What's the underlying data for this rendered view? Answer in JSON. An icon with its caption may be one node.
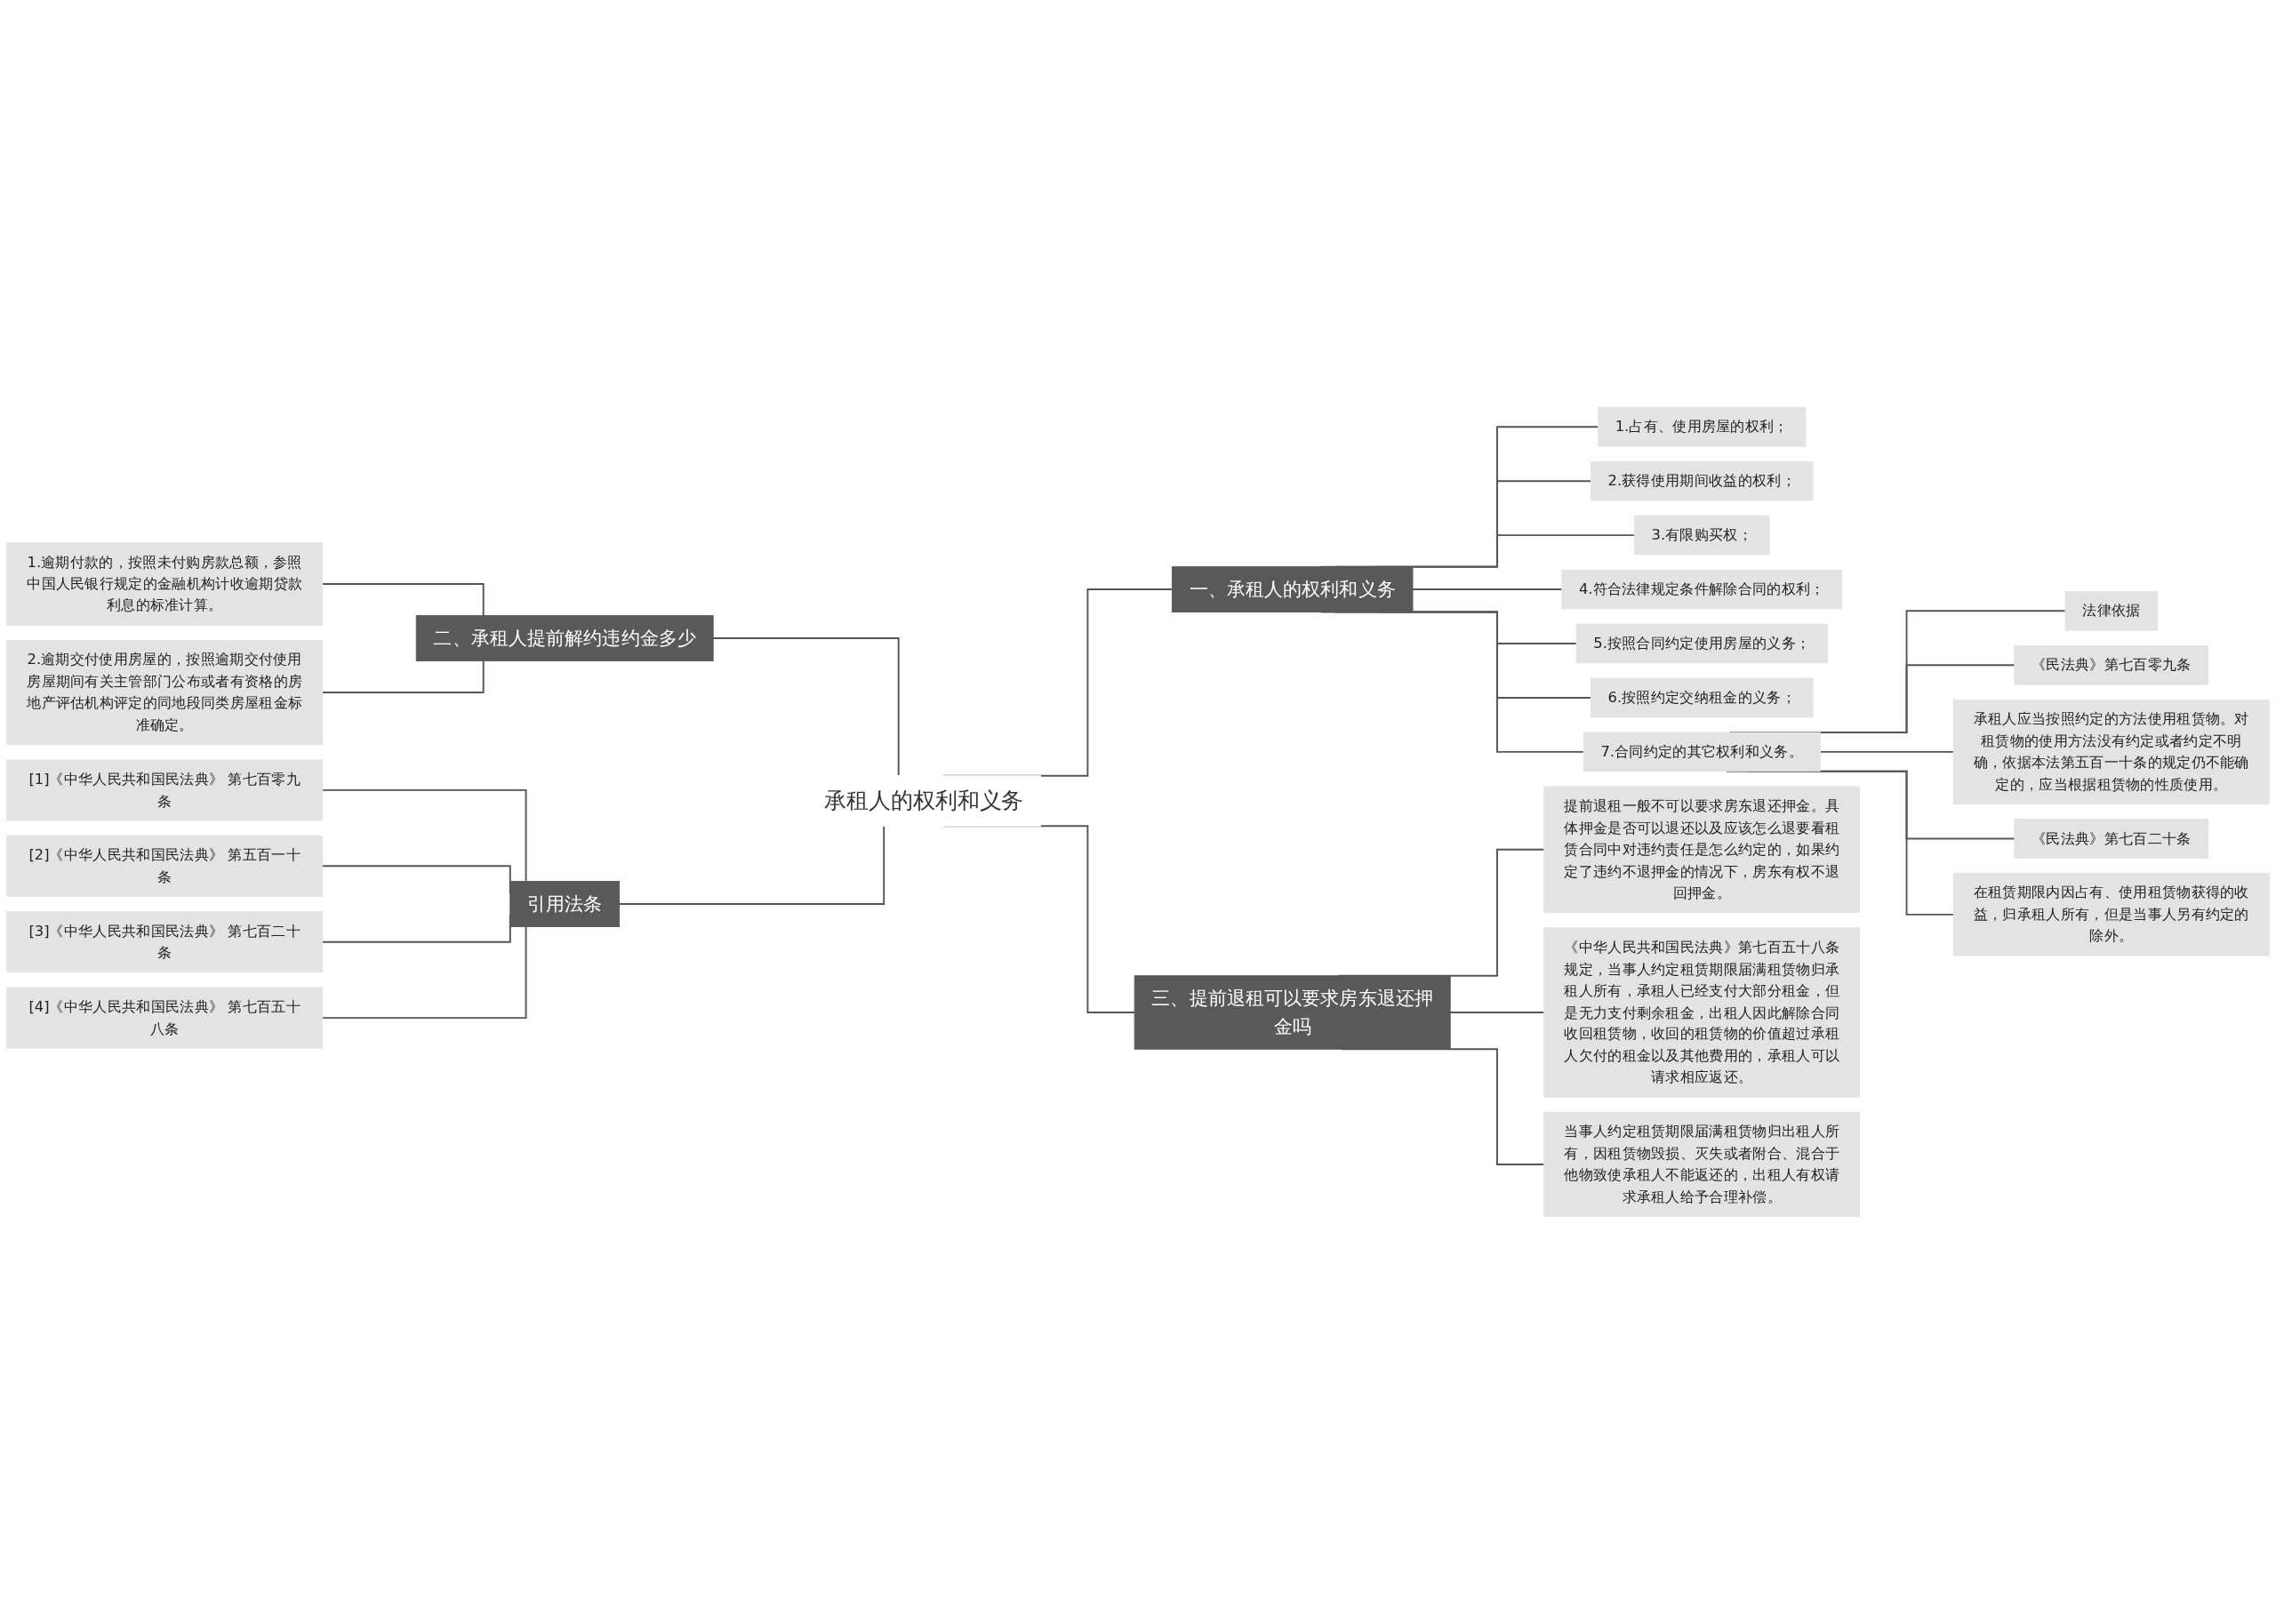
{
  "diagram": {
    "nodes": [
      {
        "text": [
          "承租人的权利和义务"
        ]
      },
      {
        "text": [
          "一、承租人的权利和义务"
        ]
      },
      {
        "text": [
          "1.占有、使用房屋的权利；"
        ]
      },
      {
        "text": [
          "2.获得使用期间收益的权利；"
        ]
      },
      {
        "text": [
          "3.有限购买权；"
        ]
      },
      {
        "text": [
          "4.符合法律规定条件解除合同的权利；"
        ]
      },
      {
        "text": [
          "5.按照合同约定使用房屋的义务；"
        ]
      },
      {
        "text": [
          "6.按照约定交纳租金的义务；"
        ]
      },
      {
        "text": [
          "7.合同约定的其它权利和义务。"
        ]
      },
      {
        "text": [
          "法律依据"
        ]
      },
      {
        "text": [
          "《民法典》第七百零九条"
        ]
      },
      {
        "text": [
          "承租人应当按照约定的方法使用租赁物。对租赁物的使用方法没有约定或者约定不明确，依据本法第五百一十条的规定仍不能确定的，应当根据租赁物的性质使用。"
        ]
      },
      {
        "text": [
          "《民法典》第七百二十条"
        ]
      },
      {
        "text": [
          "在租赁期限内因占有、使用租赁物获得的收益，归承租人所有，但是当事人另有约定的除外。"
        ]
      },
      {
        "text": [
          "三、提前退租可以要求房东退还押金吗"
        ]
      },
      {
        "text": [
          "提前退租一般不可以要求房东退还押金。具体押金是否可以退还以及应该怎么退要看租赁合同中对违约责任是怎么约定的，如果约定了违约不退押金的情况下，房东有权不退回押金。"
        ]
      },
      {
        "text": [
          "《中华人民共和国民法典》第七百五十八条规定，当事人约定租赁期限届满租赁物归承租人所有，承租人已经支付大部分租金，但是无力支付剩余租金，出租人因此解除合同收回租赁物，收回的租赁物的价值超过承租人欠付的租金以及其他费用的，承租人可以请求相应返还。"
        ]
      },
      {
        "text": [
          "当事人约定租赁期限届满租赁物归出租人所有，因租赁物毁损、灭失或者附合、混合于他物致使承租人不能返还的，出租人有权请求承租人给予合理补偿。"
        ]
      },
      {
        "text": [
          "二、承租人提前解约违约金多少"
        ]
      },
      {
        "text": [
          "1.逾期付款的，按照未付购房款总额，参照中国人民银行规定的金融机构计收逾期贷款利息的标准计算。"
        ]
      },
      {
        "text": [
          "2.逾期交付使用房屋的，按照逾期交付使用房屋期间有关主管部门公布或者有资格的房地产评估机构评定的同地段同类房屋租金标准确定。"
        ]
      },
      {
        "text": [
          "引用法条"
        ]
      },
      {
        "text": [
          "[1]《中华人民共和国民法典》 第七百零九条"
        ]
      },
      {
        "text": [
          "[2]《中华人民共和国民法典》 第五百一十条"
        ]
      },
      {
        "text": [
          "[3]《中华人民共和国民法典》 第七百二十条"
        ]
      },
      {
        "text": [
          "[4]《中华人民共和国民法典》 第七百五十八条"
        ]
      }
    ],
    "edges": [
      {
        "from": 0,
        "to": 1,
        "arrow": "none"
      },
      {
        "from": 1,
        "to": 2,
        "arrow": "none"
      },
      {
        "from": 1,
        "to": 3,
        "arrow": "none"
      },
      {
        "from": 1,
        "to": 4,
        "arrow": "none"
      },
      {
        "from": 1,
        "to": 5,
        "arrow": "none"
      },
      {
        "from": 1,
        "to": 6,
        "arrow": "none"
      },
      {
        "from": 1,
        "to": 7,
        "arrow": "none"
      },
      {
        "from": 1,
        "to": 8,
        "arrow": "none"
      },
      {
        "from": 8,
        "to": 9,
        "arrow": "none"
      },
      {
        "from": 8,
        "to": 10,
        "arrow": "none"
      },
      {
        "from": 8,
        "to": 11,
        "arrow": "none"
      },
      {
        "from": 8,
        "to": 12,
        "arrow": "none"
      },
      {
        "from": 8,
        "to": 13,
        "arrow": "none"
      },
      {
        "from": 0,
        "to": 14,
        "arrow": "none"
      },
      {
        "from": 14,
        "to": 15,
        "arrow": "none"
      },
      {
        "from": 14,
        "to": 16,
        "arrow": "none"
      },
      {
        "from": 14,
        "to": 17,
        "arrow": "none"
      },
      {
        "from": 0,
        "to": 18,
        "arrow": "none"
      },
      {
        "from": 18,
        "to": 19,
        "arrow": "none"
      },
      {
        "from": 18,
        "to": 20,
        "arrow": "none"
      },
      {
        "from": 0,
        "to": 21,
        "arrow": "none"
      },
      {
        "from": 21,
        "to": 22,
        "arrow": "none"
      },
      {
        "from": 21,
        "to": 23,
        "arrow": "none"
      },
      {
        "from": 21,
        "to": 24,
        "arrow": "none"
      },
      {
        "from": 21,
        "to": 25,
        "arrow": "none"
      }
    ]
  }
}
